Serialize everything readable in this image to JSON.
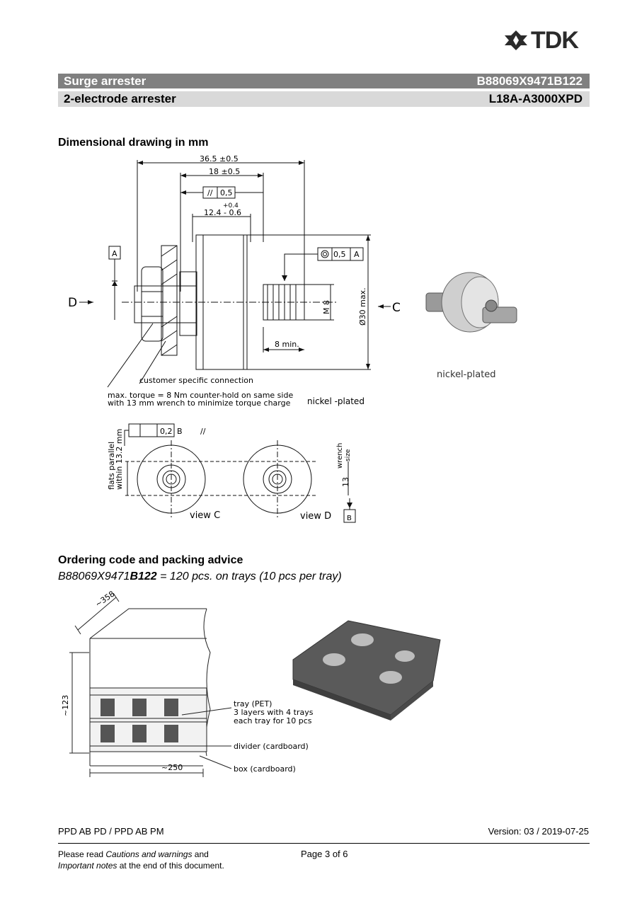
{
  "brand": {
    "name": "TDK"
  },
  "header": {
    "product_family": "Surge arrester",
    "ordering_code": "B88069X9471B122",
    "product_type": "2-electrode arrester",
    "type_code": "L18A-A3000XPD"
  },
  "dimensional": {
    "title": "Dimensional drawing in mm",
    "dims": {
      "overall": "36.5 ±0.5",
      "body": "18 ±0.5",
      "parallel_tol": "0,5",
      "tol_plus": "+0.4",
      "body_inner": "12.4 - 0.6",
      "datum_a": "A",
      "concentric_tol": "0,5",
      "thread": "M 8",
      "diameter": "Ø30 max.",
      "thread_len": "8 min.",
      "label_d": "D",
      "label_c": "C",
      "customer_note": "customer specific connection",
      "torque_note_1": "max. torque = 8 Nm  counter-hold on same side",
      "torque_note_2": "with 13 mm wrench to minimize torque charge",
      "plating": "nickel -plated",
      "photo_caption": "nickel-plated",
      "parallel_tol_2": "0,2",
      "datum_b": "B",
      "flats_note_1": "flats parallel",
      "flats_note_2": "within 13.2 mm",
      "wrench_1": "wrench",
      "wrench_2": "size",
      "wrench_value": "13",
      "view_c": "view C",
      "view_d": "view D"
    }
  },
  "ordering": {
    "title": "Ordering code and packing advice",
    "code_prefix": "B88069X9471",
    "code_suffix": "B122",
    "code_rest": " = 120 pcs. on trays (10 pcs per tray)"
  },
  "packing": {
    "dim_depth": "~358",
    "dim_height": "~123",
    "dim_width": "~250",
    "tray_1": "tray (PET)",
    "tray_2": "3 layers with 4 trays",
    "tray_3": "each tray for 10 pcs",
    "divider": "divider (cardboard)",
    "box": "box (cardboard)"
  },
  "footer": {
    "department": "PPD AB PD / PPD AB PM",
    "version": "Version: 03 / 2019-07-25",
    "note_1a": "Please read ",
    "note_1b": "Cautions and warnings",
    "note_1c": " and",
    "note_2a": "Important notes",
    "note_2b": " at the end of this document.",
    "page": "Page 3 of 6"
  }
}
